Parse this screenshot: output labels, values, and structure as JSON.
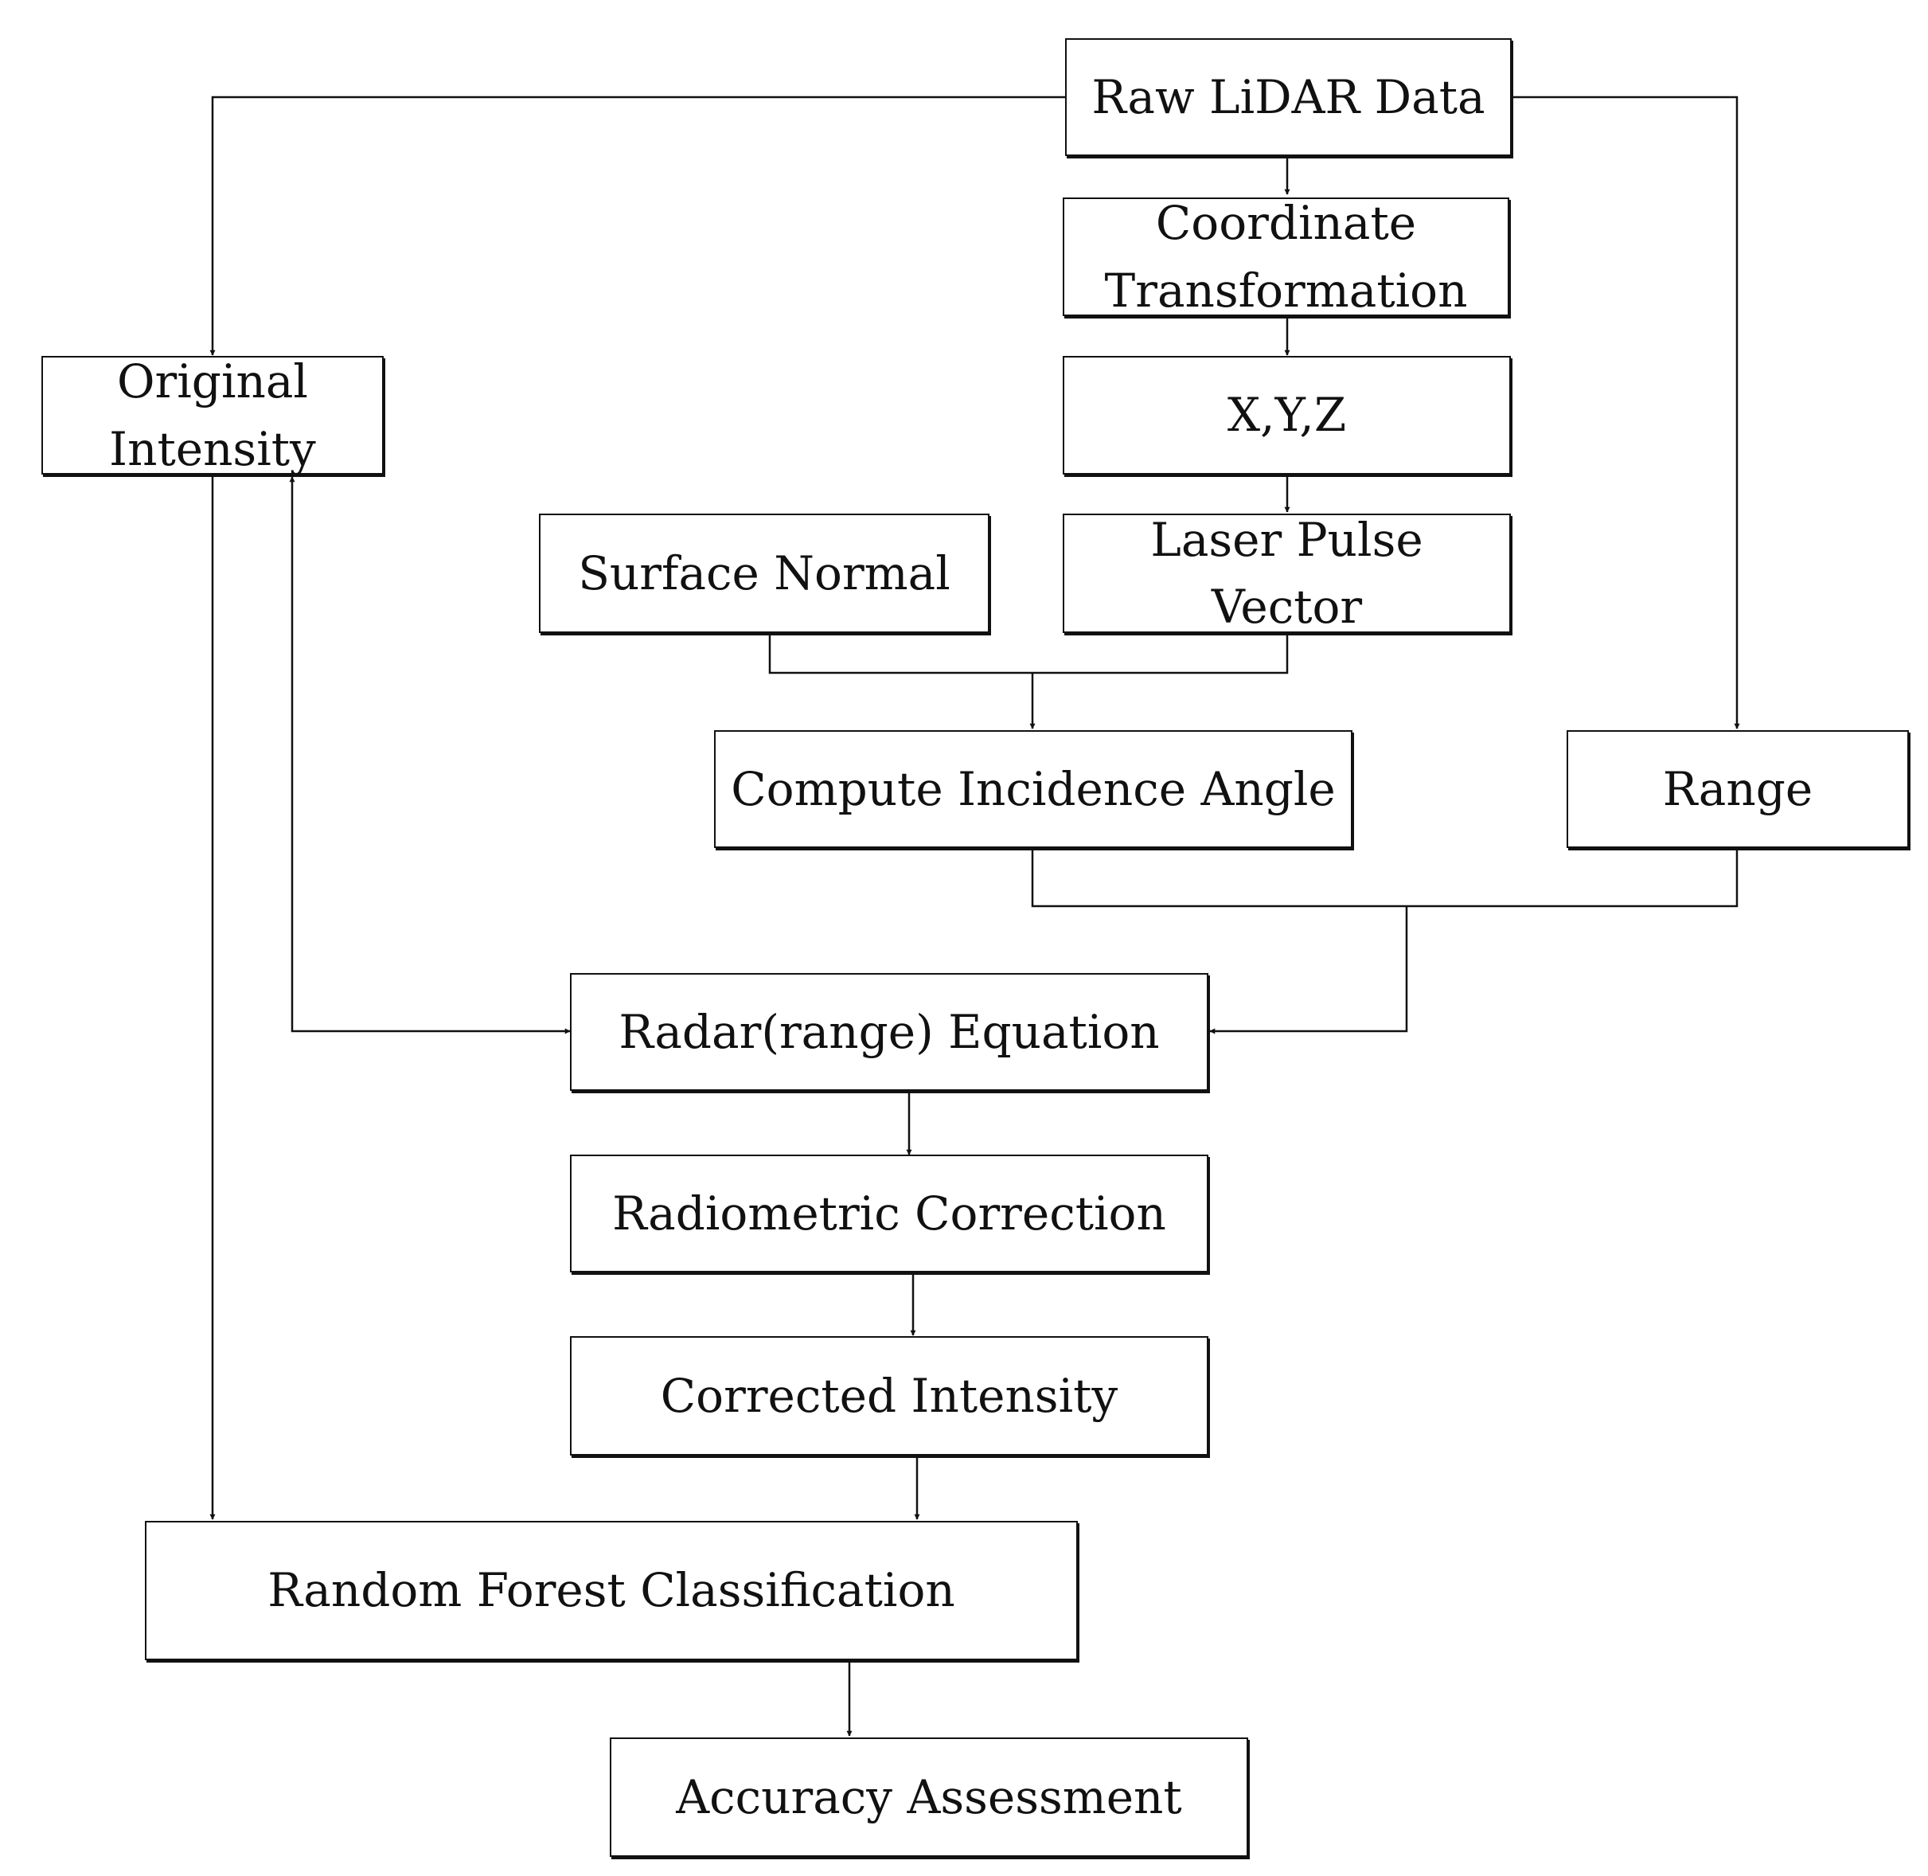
{
  "nodes": {
    "raw_lidar": "Raw LiDAR Data",
    "coord_transform": "Coordinate\nTransformation",
    "xyz": "X,Y,Z",
    "original_intensity": "Original\nIntensity",
    "surface_normal": "Surface Normal",
    "laser_pulse": "Laser Pulse\nVector",
    "incidence_angle": "Compute Incidence Angle",
    "range": "Range",
    "radar_equation": "Radar(range) Equation",
    "radiometric_correction": "Radiometric Correction",
    "corrected_intensity": "Corrected Intensity",
    "random_forest": "Random Forest Classification",
    "accuracy": "Accuracy Assessment"
  },
  "edges": [
    {
      "from": "raw_lidar",
      "to": "coord_transform"
    },
    {
      "from": "coord_transform",
      "to": "xyz"
    },
    {
      "from": "xyz",
      "to": "laser_pulse"
    },
    {
      "from": "raw_lidar",
      "to": "original_intensity"
    },
    {
      "from": "raw_lidar",
      "to": "range"
    },
    {
      "from": "surface_normal",
      "to": "incidence_angle"
    },
    {
      "from": "laser_pulse",
      "to": "incidence_angle"
    },
    {
      "from": "incidence_angle",
      "to": "radar_equation"
    },
    {
      "from": "range",
      "to": "radar_equation"
    },
    {
      "from": "original_intensity",
      "to": "radar_equation"
    },
    {
      "from": "radar_equation",
      "to": "radiometric_correction"
    },
    {
      "from": "radiometric_correction",
      "to": "corrected_intensity"
    },
    {
      "from": "corrected_intensity",
      "to": "random_forest"
    },
    {
      "from": "original_intensity",
      "to": "random_forest"
    },
    {
      "from": "random_forest",
      "to": "accuracy"
    }
  ]
}
